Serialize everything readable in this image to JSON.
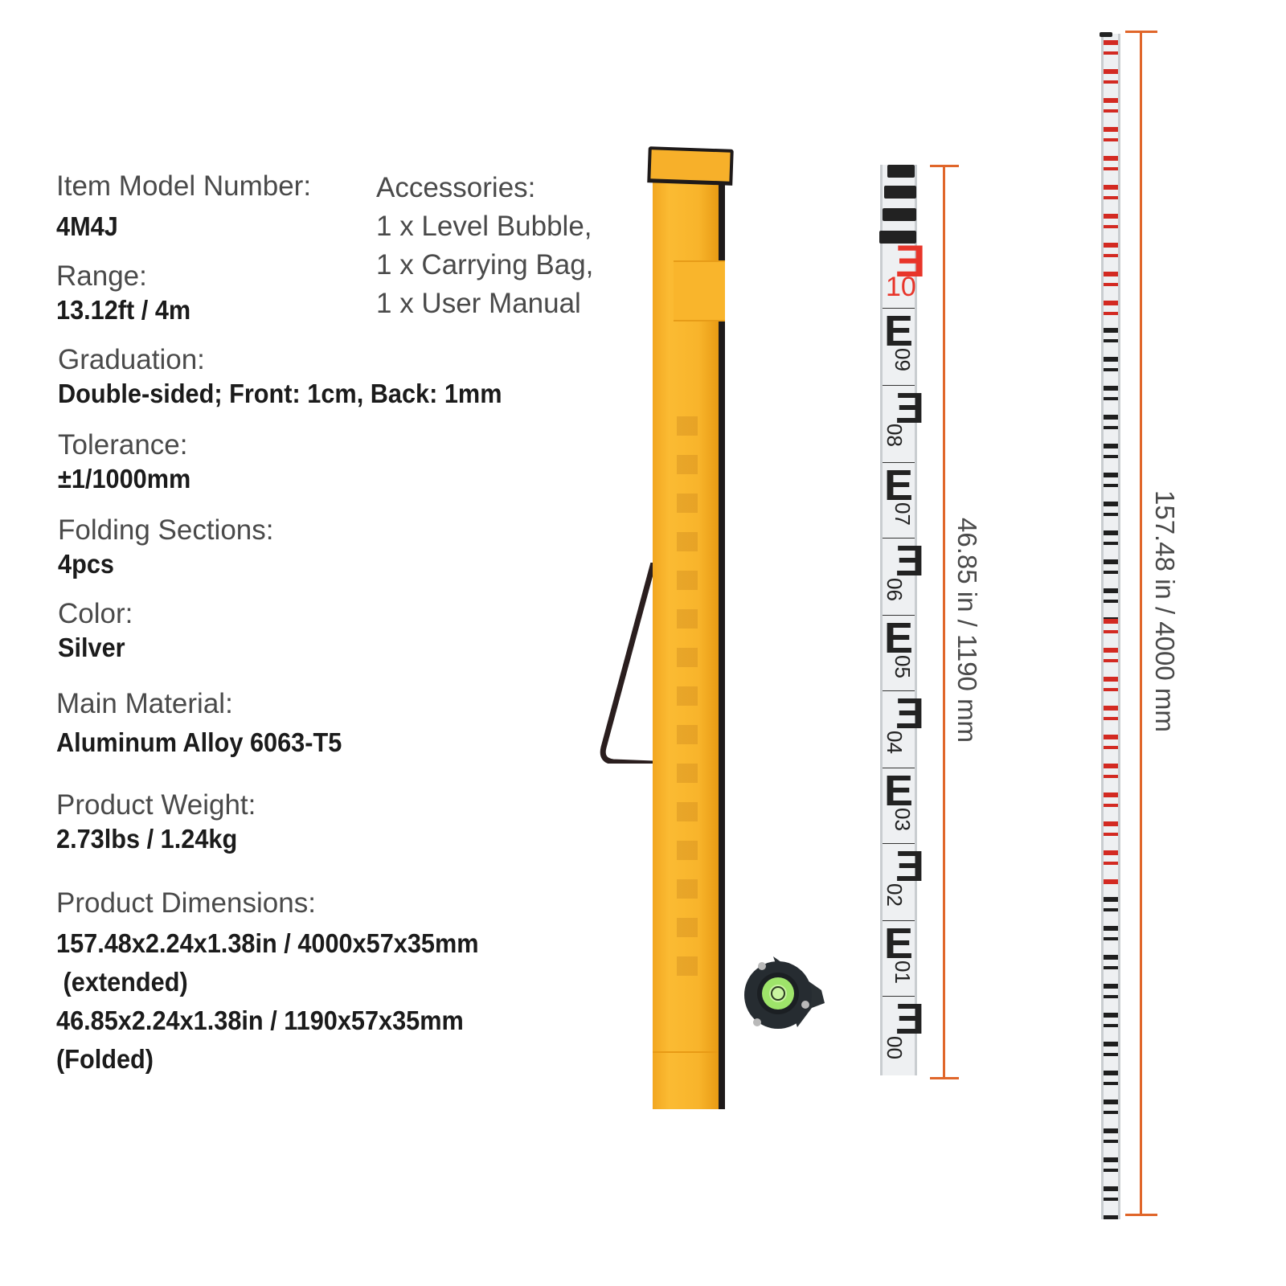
{
  "specs": [
    {
      "label": "Item Model Number:",
      "value": "4M4J"
    },
    {
      "label": "Range:",
      "value": "13.12ft / 4m"
    },
    {
      "label": "Graduation:",
      "value": "Double-sided; Front: 1cm, Back: 1mm"
    },
    {
      "label": "Tolerance:",
      "value": "±1/1000mm"
    },
    {
      "label": "Folding Sections:",
      "value": "4pcs"
    },
    {
      "label": "Color:",
      "value": "Silver"
    },
    {
      "label": "Main Material:",
      "value": "Aluminum Alloy 6063-T5"
    },
    {
      "label": "Product Weight:",
      "value": "2.73lbs / 1.24kg"
    },
    {
      "label": "Product Dimensions:",
      "value_lines": [
        "157.48x2.24x1.38in / 4000x57x35mm",
        " (extended)",
        "46.85x2.24x1.38in / 1190x57x35mm",
        "(Folded)"
      ]
    }
  ],
  "accessories": {
    "label": "Accessories:",
    "items": [
      "1 x Level Bubble,",
      "1 x Carrying Bag,",
      "1 x User Manual"
    ]
  },
  "dimensions": {
    "folded": "46.85 in / 1190 mm",
    "extended": "157.48 in / 4000 mm"
  },
  "folded_rod_marks": [
    "10",
    "09",
    "08",
    "07",
    "06",
    "05",
    "04",
    "03",
    "02",
    "01",
    "00"
  ],
  "colors": {
    "dimension_line": "#e0662a",
    "bag": "#f8b42b",
    "rod_red": "#e8352a",
    "rod_black": "#222222"
  }
}
